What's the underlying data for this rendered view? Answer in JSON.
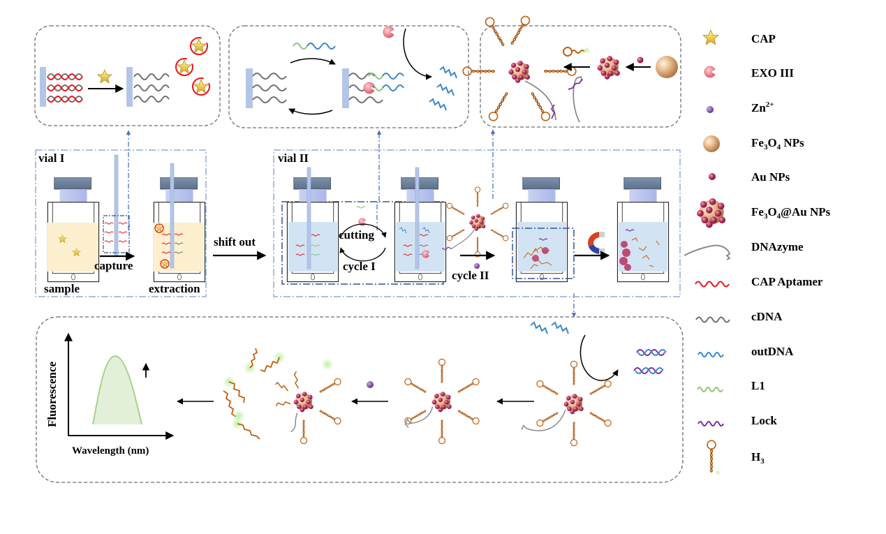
{
  "figure": {
    "description": "Schematic of CAP detection via aptamer capture, EXO III cutting cycle and DNAzyme-driven Fe3O4@Au NP fluorescence release"
  },
  "panels": {
    "top_left": {
      "name": "aptamer-capture-detail"
    },
    "top_middle": {
      "name": "exo-iii-cutting-detail"
    },
    "top_right": {
      "name": "nanoprobe-assembly-detail"
    },
    "bottom": {
      "name": "fluorescence-readout-detail"
    }
  },
  "vial1": {
    "title": "vial I",
    "labels": {
      "sample": "sample",
      "capture": "capture",
      "extraction": "extraction"
    }
  },
  "transfer": {
    "shift_out": "shift out"
  },
  "vial2": {
    "title": "vial II",
    "labels": {
      "cutting": "cutting",
      "cycle1": "cycle I",
      "cycle2": "cycle II"
    }
  },
  "spectrum": {
    "ylabel": "Fluorescence",
    "xlabel": "Wavelength (nm)"
  },
  "legend": [
    {
      "icon": "star-icon",
      "label": "CAP",
      "base": "CAP",
      "sub": "",
      "sup": "",
      "tail": ""
    },
    {
      "icon": "pacman-icon",
      "label": "EXO III",
      "base": "EXO III",
      "sub": "",
      "sup": "",
      "tail": ""
    },
    {
      "icon": "zn-ion-icon",
      "label": "Zn2+",
      "base": "Zn",
      "sub": "",
      "sup": "2+",
      "tail": ""
    },
    {
      "icon": "fe3o4-np-icon",
      "label": "Fe3O4 NPs",
      "base": "Fe",
      "sub": "3",
      "mid": "O",
      "sub2": "4",
      "tail": " NPs"
    },
    {
      "icon": "au-np-icon",
      "label": "Au NPs",
      "base": "Au NPs",
      "sub": "",
      "sup": "",
      "tail": ""
    },
    {
      "icon": "fe3o4-au-np-icon",
      "label": "Fe3O4@Au NPs",
      "base": "Fe",
      "sub": "3",
      "mid": "O",
      "sub2": "4",
      "tail": "@Au NPs"
    },
    {
      "icon": "dnazyme-icon",
      "label": "DNAzyme",
      "base": "DNAzyme",
      "sub": "",
      "sup": "",
      "tail": ""
    },
    {
      "icon": "cap-aptamer-icon",
      "label": "CAP Aptamer",
      "base": "CAP Aptamer",
      "sub": "",
      "sup": "",
      "tail": ""
    },
    {
      "icon": "cdna-icon",
      "label": "cDNA",
      "base": "cDNA",
      "sub": "",
      "sup": "",
      "tail": ""
    },
    {
      "icon": "outdna-icon",
      "label": "outDNA",
      "base": "outDNA",
      "sub": "",
      "sup": "",
      "tail": ""
    },
    {
      "icon": "l1-icon",
      "label": "L1",
      "base": "L1",
      "sub": "",
      "sup": "",
      "tail": ""
    },
    {
      "icon": "lock-icon",
      "label": "Lock",
      "base": "Lock",
      "sub": "",
      "sup": "",
      "tail": ""
    },
    {
      "icon": "h3-hairpin-icon",
      "label": "H3",
      "base": "H",
      "sub": "3",
      "sup": "",
      "tail": ""
    }
  ],
  "colors": {
    "cap_aptamer": "#e8141b",
    "cdna": "#707070",
    "outdna": "#3a86c8",
    "l1": "#8cc77a",
    "lock": "#7a2fa8",
    "hairpin": "#c0600f",
    "au_np": "#b8325e",
    "fe3o4": "#e9b98a",
    "solid_support": "#b4c6e7",
    "vial_liquid_yellow": "#fdf0cf",
    "vial_liquid_blue": "#d2e3f3",
    "dash_blue": "#4472c4",
    "dash_gray": "#6e6e6e",
    "fluorescence_fill": "#e2f0d9",
    "fluorescence_line": "#a9d18e"
  }
}
